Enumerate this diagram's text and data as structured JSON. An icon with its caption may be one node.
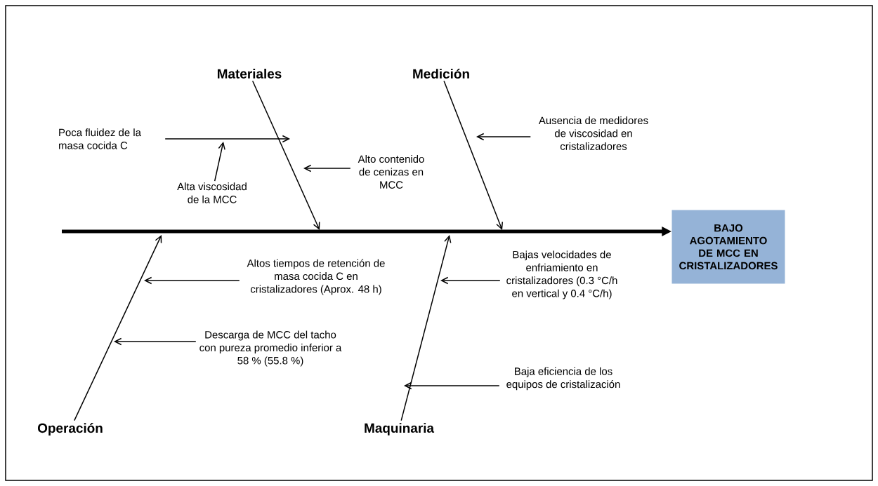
{
  "diagram": {
    "nodes": [
      {
        "text": [
          "Materiales"
        ]
      },
      {
        "text": [
          "Medición"
        ]
      },
      {
        "text": [
          "Poca fluidez de la masa cocida C"
        ]
      },
      {
        "text": [
          "Ausencia de medidores de viscosidad en cristalizadores"
        ]
      },
      {
        "text": [
          "Alto contenido de cenizas en MCC"
        ]
      },
      {
        "text": [
          "Alta viscosidad de la MCC"
        ]
      },
      {
        "text": [
          "BAJO AGOTAMIENTO DE MCC EN CRISTALIZADORES"
        ]
      },
      {
        "text": [
          "Altos tiempos de retención de masa cocida C en cristalizadores (Aprox. 48 h)"
        ]
      },
      {
        "text": [
          "Bajas velocidades de enfriamiento en cristalizadores (0.3 °C/h en vertical y 0.4 °C/h)"
        ]
      },
      {
        "text": [
          "Descarga de MCC del tacho con pureza promedio inferior a 58 % (55.8 %)"
        ]
      },
      {
        "text": [
          "Baja eficiencia de los equipos de cristalización"
        ]
      },
      {
        "text": [
          "Operación"
        ]
      },
      {
        "text": [
          "Maquinaria"
        ]
      }
    ],
    "edges": [
      {
        "from": null,
        "to": 6,
        "arrow": "to",
        "style": "thick"
      },
      {
        "from": 0,
        "to": null,
        "arrow": "to"
      },
      {
        "from": 1,
        "to": null,
        "arrow": "to"
      },
      {
        "from": 11,
        "to": null,
        "arrow": "to"
      },
      {
        "from": 12,
        "to": null,
        "arrow": "to"
      },
      {
        "from": 2,
        "to": null,
        "arrow": "to"
      },
      {
        "from": 5,
        "to": null,
        "arrow": "to"
      },
      {
        "from": 4,
        "to": null,
        "arrow": "to"
      },
      {
        "from": 3,
        "to": null,
        "arrow": "to"
      },
      {
        "from": 7,
        "to": null,
        "arrow": "to"
      },
      {
        "from": 9,
        "to": null,
        "arrow": "to"
      },
      {
        "from": 8,
        "to": null,
        "arrow": "to"
      },
      {
        "from": 10,
        "to": null,
        "arrow": "to"
      }
    ]
  }
}
